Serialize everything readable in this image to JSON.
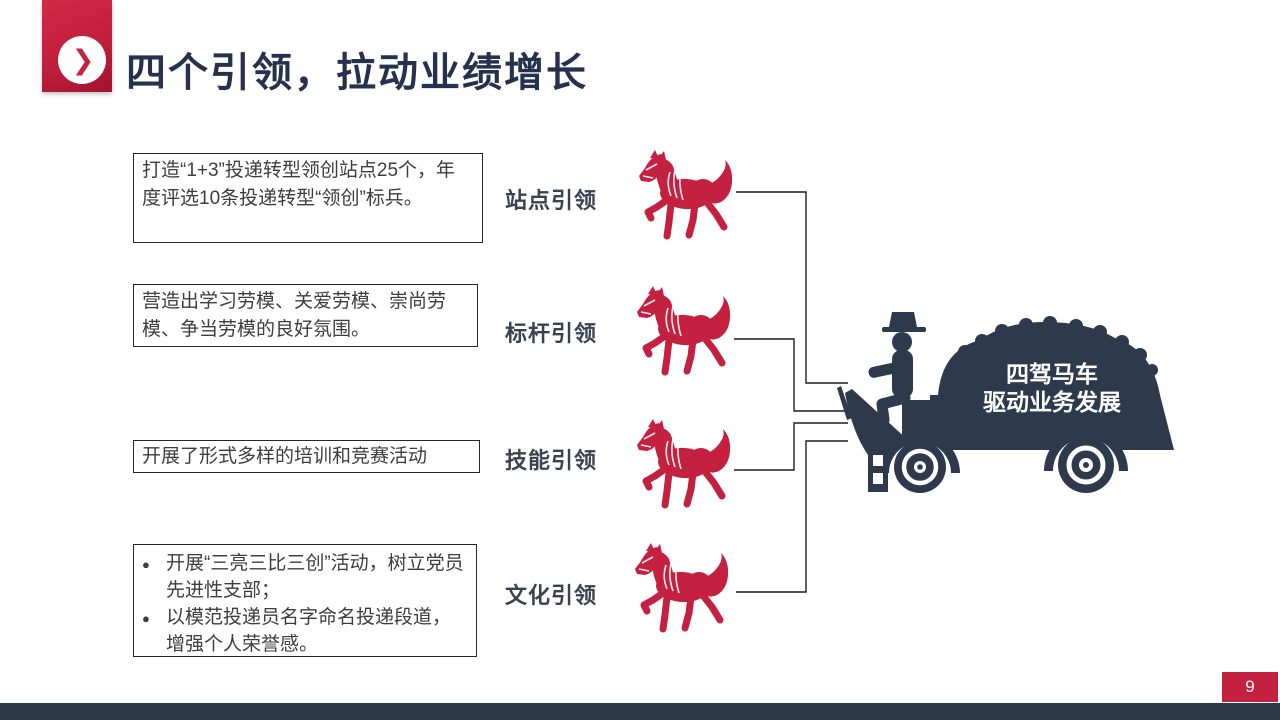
{
  "title": {
    "text": "四个引领，拉动业绩增长"
  },
  "glyphs": {
    "chevron": "❯",
    "bullet": "●"
  },
  "colors": {
    "accent_red": "#c42040",
    "cart_navy": "#2e3a4c",
    "connector_line": "#1c1c1c",
    "title_navy": "#25314d",
    "bottom_bar": "#2d3847"
  },
  "boxes": [
    {
      "label": "站点引领",
      "text": "打造“1+3”投递转型领创站点25个，年度评选10条投递转型“领创”标兵。"
    },
    {
      "label": "标杆引领",
      "text": "营造出学习劳模、关爱劳模、崇尚劳模、争当劳模的良好氛围。"
    },
    {
      "label": "技能引领",
      "text": "开展了形式多样的培训和竞赛活动"
    },
    {
      "label": "文化引领",
      "bullets": [
        "开展“三亮三比三创”活动，树立党员先进性支部；",
        "以模范投递员名字命名投递段道，增强个人荣誉感。"
      ]
    }
  ],
  "cart": {
    "line1": "四驾马车",
    "line2": "驱动业务发展"
  },
  "footer": {
    "page_number": "9"
  }
}
